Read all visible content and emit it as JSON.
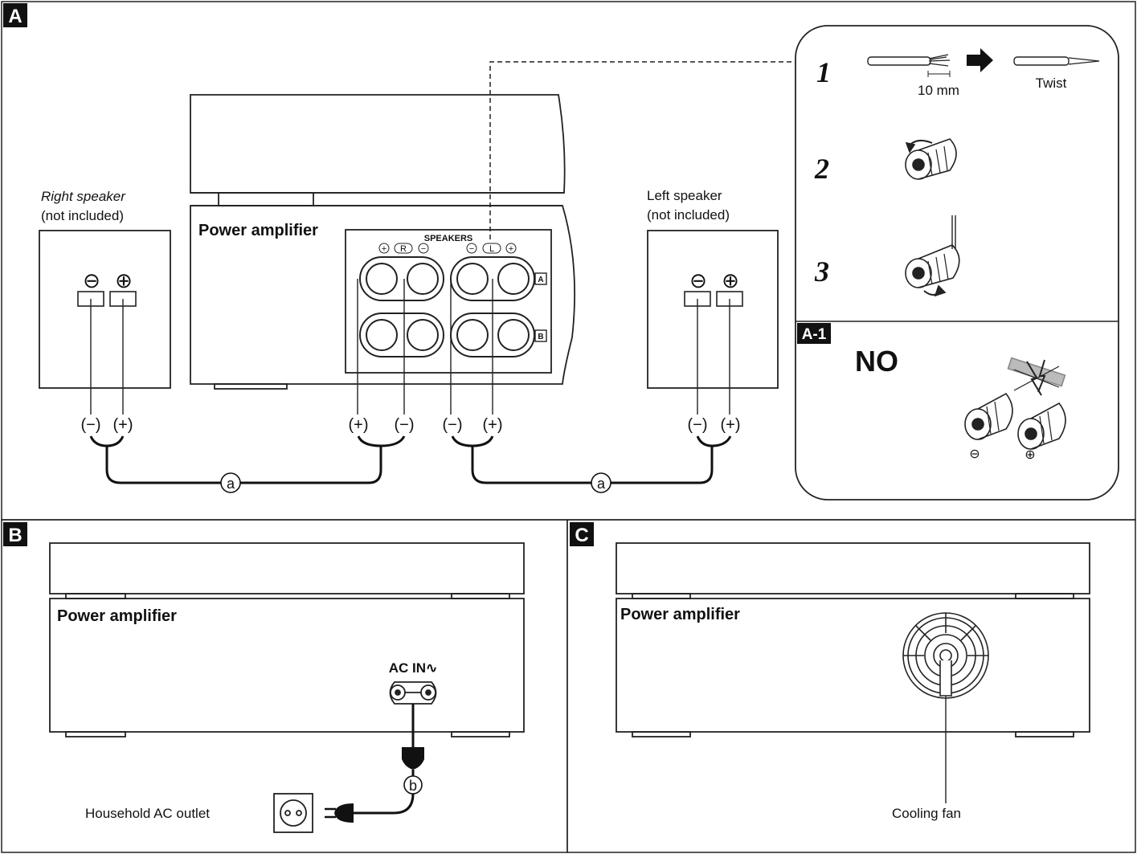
{
  "panel_a": {
    "badge": "A",
    "right_speaker": {
      "line1": "Right speaker",
      "line2": "(not included)",
      "minus": "⊖",
      "plus": "⊕"
    },
    "left_speaker": {
      "line1": "Left speaker",
      "line2": "(not included)",
      "minus": "⊖",
      "plus": "⊕"
    },
    "amp_label": "Power amplifier",
    "speakers_title": "SPEAKERS",
    "channel_r": "R",
    "channel_l": "L",
    "row_a": "A",
    "row_b": "B",
    "cable_label": "a",
    "term_plus": "(+)",
    "term_minus": "(−)"
  },
  "inset": {
    "step1": "1",
    "step2": "2",
    "step3": "3",
    "strip_length": "10 mm",
    "twist": "Twist",
    "a1_badge": "A-1",
    "no_text": "NO",
    "neg_symbol": "⊖",
    "pos_symbol": "⊕"
  },
  "panel_b": {
    "badge": "B",
    "amp_label": "Power amplifier",
    "ac_in": "AC IN∿",
    "plug_label": "b",
    "outlet_label": "Household AC outlet"
  },
  "panel_c": {
    "badge": "C",
    "amp_label": "Power amplifier",
    "fan_label": "Cooling fan"
  }
}
